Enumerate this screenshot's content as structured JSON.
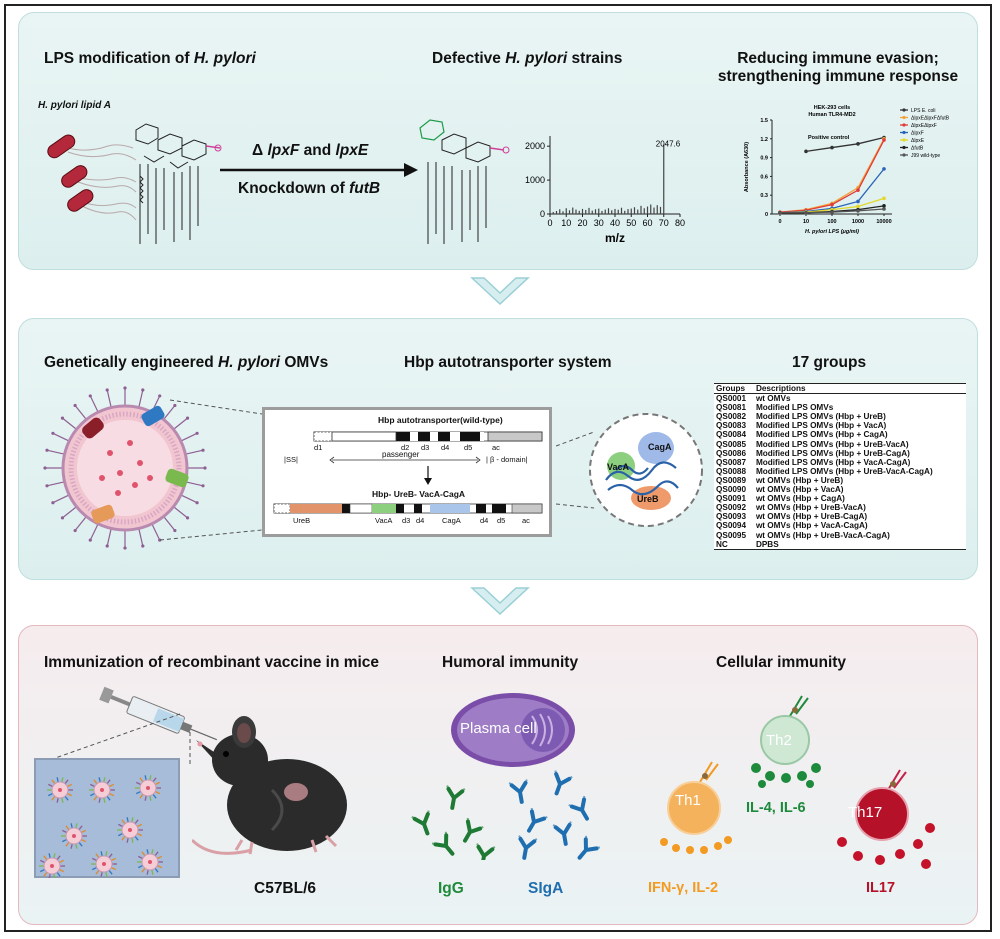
{
  "panel1": {
    "lps_title": {
      "pre": "LPS modification of ",
      "em": "H. pylori"
    },
    "lipid_a_label": "H. pylori lipid A",
    "arrow_line1": {
      "sym": "Δ ",
      "em1": "lpxF",
      "mid": " and ",
      "em2": "lpxE"
    },
    "arrow_line2": {
      "pre": "Knockdown of ",
      "em": "futB"
    },
    "defective_title": {
      "pre": "Defective ",
      "em": "H. pylori",
      "post": " strains"
    },
    "evasion_title_line1": "Reducing immune evasion;",
    "evasion_title_line2": "strengthening immune response"
  },
  "panel2": {
    "omv_title": {
      "pre": "Genetically engineered ",
      "em": "H. pylori",
      "post": " OMVs"
    },
    "hbp_title": "Hbp autotransporter system",
    "groups_title": "17 groups",
    "hbp_wt_label": "Hbp autotransporter(wild-type)",
    "hbp_rec_label": "Hbp- UreB- VacA-CagA",
    "domains_wt": [
      "d1",
      "d2",
      "d3",
      "d4",
      "d5",
      "ac"
    ],
    "ss_label": "|SS|",
    "passenger_label": "passenger",
    "beta_label": "| β - domain|",
    "domains_rec": [
      "UreB",
      "VacA",
      "d3",
      "d4",
      "CagA",
      "d4",
      "d5",
      "ac"
    ],
    "protein_labels": [
      "CagA",
      "VacA",
      "UreB"
    ],
    "table": {
      "headers": [
        "Groups",
        "Descriptions"
      ],
      "rows": [
        [
          "QS0001",
          "wt OMVs"
        ],
        [
          "QS0081",
          "Modified LPS OMVs"
        ],
        [
          "QS0082",
          "Modified LPS OMVs (Hbp + UreB)"
        ],
        [
          "QS0083",
          "Modified LPS OMVs (Hbp + VacA)"
        ],
        [
          "QS0084",
          "Modified LPS OMVs (Hbp + CagA)"
        ],
        [
          "QS0085",
          "Modified LPS OMVs (Hbp + UreB-VacA)"
        ],
        [
          "QS0086",
          "Modified LPS OMVs (Hbp + UreB-CagA)"
        ],
        [
          "QS0087",
          "Modified LPS OMVs (Hbp + VacA-CagA)"
        ],
        [
          "QS0088",
          "Modified LPS OMVs (Hbp + UreB-VacA-CagA)"
        ],
        [
          "QS0089",
          "wt OMVs (Hbp + UreB)"
        ],
        [
          "QS0090",
          "wt OMVs (Hbp + VacA)"
        ],
        [
          "QS0091",
          "wt OMVs (Hbp + CagA)"
        ],
        [
          "QS0092",
          "wt OMVs (Hbp + UreB-VacA)"
        ],
        [
          "QS0093",
          "wt OMVs (Hbp + UreB-CagA)"
        ],
        [
          "QS0094",
          "wt OMVs (Hbp + VacA-CagA)"
        ],
        [
          "QS0095",
          "wt OMVs (Hbp + UreB-VacA-CagA)"
        ],
        [
          "NC",
          "DPBS"
        ]
      ]
    }
  },
  "panel3": {
    "immunization_title": "Immunization of recombinant vaccine in mice",
    "humoral_title": "Humoral immunity",
    "cellular_title": "Cellular immunity",
    "mouse_label": "C57BL/6",
    "plasma_label": "Plasma cell",
    "igg_label": "IgG",
    "siga_label": "SIgA",
    "th1_label": "Th1",
    "th2_label": "Th2",
    "th17_label": "Th17",
    "th1_cytokines": "IFN-γ, IL-2",
    "th2_cytokines": "IL-4, IL-6",
    "th17_cytokines": "IL17"
  },
  "colors": {
    "green": "#1e8a3c",
    "blue": "#1f6fb0",
    "orange": "#f29a21",
    "red": "#b5122a",
    "teal_panel": "#dcefee",
    "pink_border": "#e5b8bf"
  },
  "chart_data": [
    {
      "type": "bar",
      "xlabel": "m/z",
      "x_ticks": [
        "0",
        "10",
        "20",
        "30",
        "40",
        "50",
        "60",
        "70",
        "80"
      ],
      "y_ticks": [
        "0",
        "1000",
        "2000"
      ],
      "xlim": [
        0,
        80
      ],
      "ylim": [
        0,
        2300
      ],
      "peak_label": "2047.6",
      "x": [
        2,
        4,
        6,
        8,
        10,
        12,
        14,
        16,
        18,
        20,
        22,
        24,
        26,
        28,
        30,
        32,
        34,
        36,
        38,
        40,
        42,
        44,
        46,
        48,
        50,
        52,
        54,
        56,
        58,
        60,
        62,
        64,
        66,
        68,
        70
      ],
      "values": [
        60,
        90,
        140,
        80,
        170,
        110,
        190,
        130,
        95,
        150,
        120,
        180,
        100,
        140,
        160,
        90,
        130,
        170,
        110,
        150,
        125,
        185,
        95,
        145,
        160,
        200,
        130,
        240,
        170,
        220,
        280,
        190,
        260,
        210,
        2047.6
      ]
    },
    {
      "type": "line",
      "title_line1": "HEK-293 cells",
      "title_line2": "Human TLR4-MD2",
      "ylabel": "Absorbance (A630)",
      "xlabel": "H. pylori LPS (μg/ml)",
      "x_ticks": [
        "0",
        "10",
        "100",
        "1000",
        "10000"
      ],
      "y_ticks": [
        "0",
        "0.3",
        "0.6",
        "0.9",
        "1.2",
        "1.5"
      ],
      "ylim": [
        0,
        1.5
      ],
      "annotation": "Positive control",
      "legend_position": "right",
      "categories": [
        "0",
        "10",
        "100",
        "1000",
        "10000"
      ],
      "series": [
        {
          "name": "LPS E. coli",
          "color": "#333333",
          "values": [
            null,
            1.0,
            1.06,
            1.12,
            1.22
          ]
        },
        {
          "name": "ΔlpxEΔlpxFΔfutB",
          "color": "#f2a33a",
          "values": [
            0.03,
            0.07,
            0.17,
            0.42,
            1.2
          ]
        },
        {
          "name": "ΔlpxEΔlpxF",
          "color": "#e23b3b",
          "values": [
            0.03,
            0.06,
            0.15,
            0.38,
            1.18
          ]
        },
        {
          "name": "ΔlpxF",
          "color": "#2a63b8",
          "values": [
            0.02,
            0.04,
            0.09,
            0.2,
            0.72
          ]
        },
        {
          "name": "ΔlpxE",
          "color": "#e2d82a",
          "values": [
            0.02,
            0.03,
            0.07,
            0.12,
            0.25
          ]
        },
        {
          "name": "ΔfutB",
          "color": "#222222",
          "values": [
            0.02,
            0.02,
            0.04,
            0.07,
            0.13
          ]
        },
        {
          "name": "J99 wild-type",
          "color": "#555555",
          "values": [
            0.02,
            0.02,
            0.03,
            0.05,
            0.08
          ]
        }
      ]
    }
  ]
}
